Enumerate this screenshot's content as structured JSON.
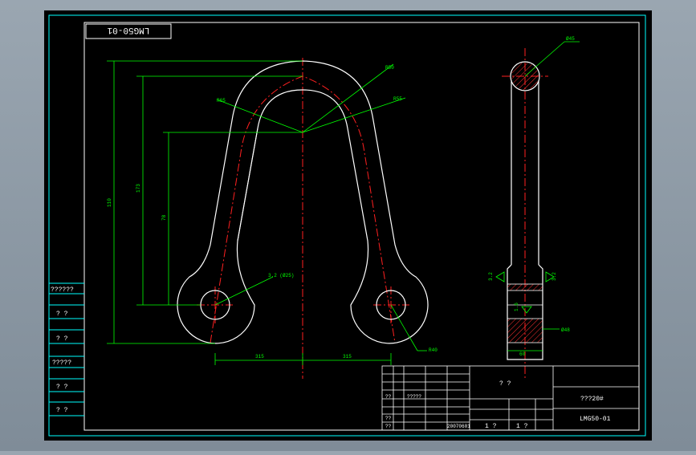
{
  "drawing": {
    "title_block_code": "LMG50-01",
    "title_block_code_rotated": "LMG50-01",
    "material": "???20#",
    "part_name": "? ?",
    "sheet": "1 ?",
    "sheet_of": "1 ?",
    "date": "20070601",
    "row_labels": [
      "??",
      "??",
      "?????",
      "??"
    ]
  },
  "side_labels": [
    "??????",
    "? ?",
    "? ?",
    "?????",
    "? ?",
    "? ?"
  ],
  "dimensions": {
    "overall_height": "110",
    "inner_height": "173",
    "lower_height": "78",
    "hole_spacing_left": "315",
    "hole_spacing_right": "315",
    "radius_top_outer": "R65",
    "radius_top_inner": "R50",
    "radius_top_mid": "R55",
    "hole_radius": "R40",
    "side_dia": "Ø45",
    "side_bottom": "Ø48",
    "width_label": "60",
    "note_rough": "3.2 (Ø25)",
    "section_mark": "3.2",
    "section_mark_2": "1.6"
  },
  "colors": {
    "background": "#000000",
    "frame": "#ffffff",
    "dimension": "#00ff00",
    "centerline": "#ff0000",
    "border_outer": "#00ffff"
  }
}
